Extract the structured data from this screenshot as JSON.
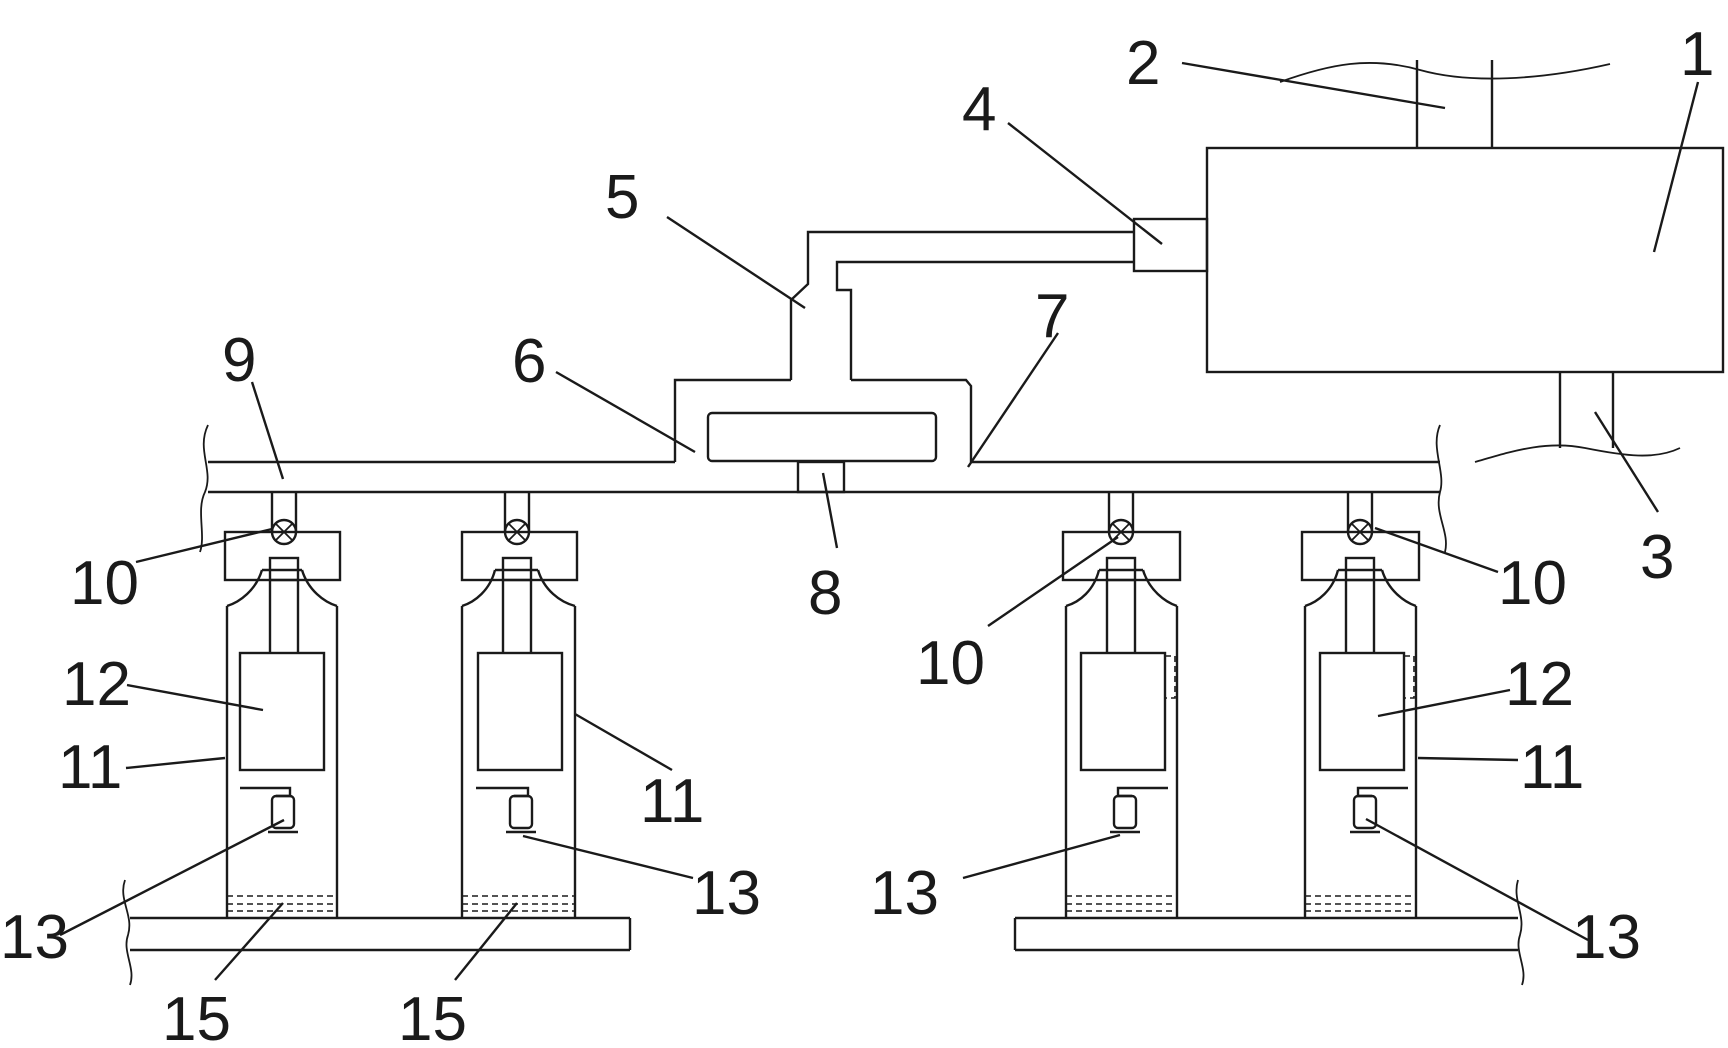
{
  "diagram": {
    "colors": {
      "line": "#1a1a1a",
      "background": "#ffffff"
    },
    "labels": {
      "l1": "1",
      "l2": "2",
      "l3": "3",
      "l4": "4",
      "l5": "5",
      "l6": "6",
      "l7": "7",
      "l8": "8",
      "l9": "9",
      "l10a": "10",
      "l10b": "10",
      "l10c": "10",
      "l11a": "11",
      "l11b": "11",
      "l11c": "11",
      "l12a": "12",
      "l12b": "12",
      "l13a": "13",
      "l13b": "13",
      "l13c": "13",
      "l13d": "13",
      "l15a": "15",
      "l15b": "15"
    }
  }
}
